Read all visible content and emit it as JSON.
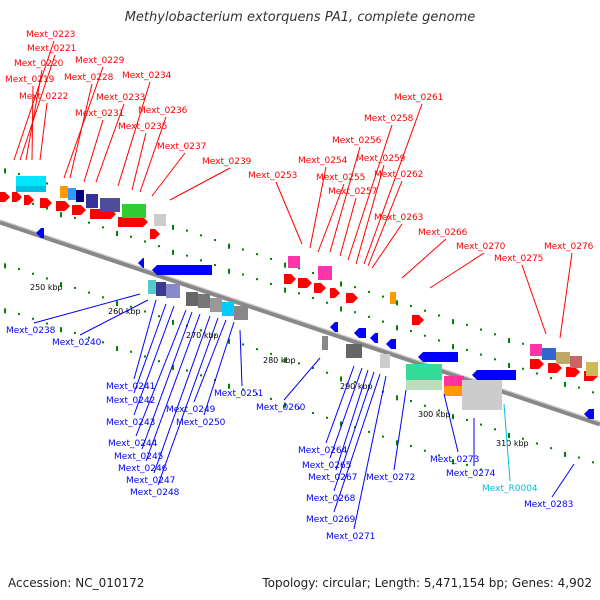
{
  "title": "Methylobacterium extorquens PA1, complete genome",
  "footer": {
    "accession": "Accession: NC_010172",
    "summary": "Topology: circular; Length: 5,471,154 bp; Genes: 4,902"
  },
  "colors": {
    "forward": "#ff0000",
    "reverse": "#0000ff",
    "rna": "#00c0e0",
    "backbone": "#888888",
    "tick": "#008000"
  },
  "ticks": [
    "250 kbp",
    "260 kbp",
    "270 kbp",
    "280 kbp",
    "290 kbp",
    "300 kbp",
    "310 kbp"
  ],
  "forward_labels": [
    "Mext_0223",
    "Mext_0221",
    "Mext_0220",
    "Mext_0219",
    "Mext_0222",
    "Mext_0229",
    "Mext_0228",
    "Mext_0231",
    "Mext_0233",
    "Mext_0234",
    "Mext_0235",
    "Mext_0236",
    "Mext_0237",
    "Mext_0239",
    "Mext_0253",
    "Mext_0254",
    "Mext_0255",
    "Mext_0256",
    "Mext_0257",
    "Mext_0258",
    "Mext_0259",
    "Mext_0261",
    "Mext_0262",
    "Mext_0263",
    "Mext_0266",
    "Mext_0270",
    "Mext_0275",
    "Mext_0276"
  ],
  "reverse_labels": [
    "Mext_0238",
    "Mext_0240",
    "Mext_0241",
    "Mext_0242",
    "Mext_0243",
    "Mext_0244",
    "Mext_0245",
    "Mext_0246",
    "Mext_0247",
    "Mext_0248",
    "Mext_0249",
    "Mext_0250",
    "Mext_0251",
    "Mext_0260",
    "Mext_0264",
    "Mext_0265",
    "Mext_0267",
    "Mext_0268",
    "Mext_0269",
    "Mext_0271",
    "Mext_0272",
    "Mext_0273",
    "Mext_0274",
    "Mext_R0004",
    "Mext_0283"
  ]
}
